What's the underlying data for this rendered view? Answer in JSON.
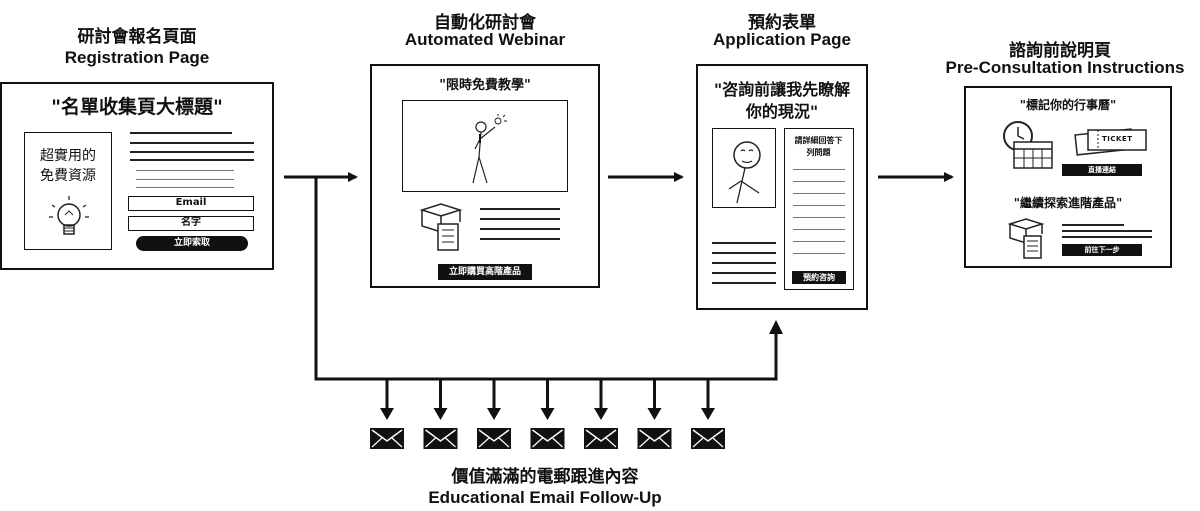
{
  "steps": [
    {
      "title_zh": "研討會報名頁面",
      "title_en": "Registration Page"
    },
    {
      "title_zh": "自動化研討會",
      "title_en": "Automated Webinar"
    },
    {
      "title_zh": "預約表單",
      "title_en": "Application Page"
    },
    {
      "title_zh": "諮詢前說明頁",
      "title_en": "Pre-Consultation Instructions"
    }
  ],
  "registration": {
    "headline": "\"名單收集頁大標題\"",
    "freebie_line1": "超實用的",
    "freebie_line2": "免費資源",
    "email_field": "Email",
    "name_field": "名字",
    "cta_button": "立即索取"
  },
  "webinar": {
    "headline": "\"限時免費教學\"",
    "cta_button": "立即購買高階產品"
  },
  "application": {
    "headline_line1": "\"咨詢前讓我先瞭解",
    "headline_line2": "你的現況\"",
    "form_title_line1": "請詳細回答下",
    "form_title_line2": "列問題",
    "submit_button": "預約咨詢"
  },
  "preconsult": {
    "headline1": "\"標記你的行事曆\"",
    "ticket_label": "TICKET",
    "link_button": "直播連結",
    "headline2": "\"繼續探索進階產品\"",
    "next_button": "前往下一步"
  },
  "email_followup": {
    "title_zh": "價值滿滿的電郵跟進內容",
    "title_en": "Educational Email Follow-Up",
    "email_count": 7
  }
}
